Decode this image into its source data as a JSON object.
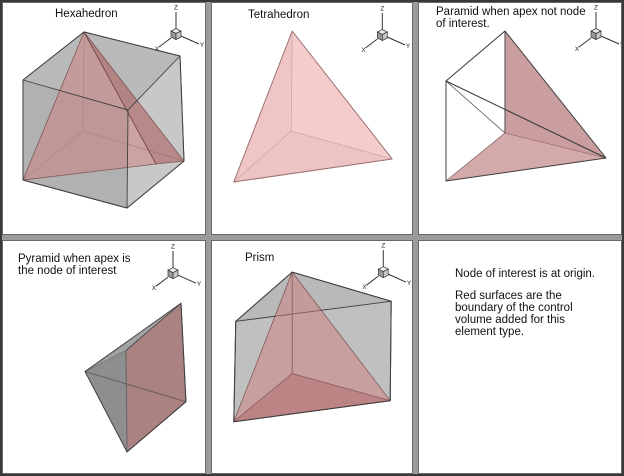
{
  "colors": {
    "control_volume_red": "#c89999",
    "element_gray": "#c2c2c2",
    "divider_gray": "#9b9b9b",
    "outer_border": "#383838"
  },
  "axes": {
    "x": "X",
    "y": "Y",
    "z": "Z"
  },
  "panels": {
    "hexahedron": {
      "title": "Hexahedron"
    },
    "tetrahedron": {
      "title": "Tetrahedron"
    },
    "pyramid_apex_not_node": {
      "title_line1": "Paramid when apex not node",
      "title_line2": "of interest."
    },
    "pyramid_apex_node": {
      "title_line1": "Pyramid when apex is",
      "title_line2": "the node of interest"
    },
    "prism": {
      "title": "Prism"
    },
    "notes": {
      "para1": "Node of interest is at origin.",
      "para2_lines": [
        "Red surfaces are the",
        "boundary of the control",
        "volume added for this",
        "element type."
      ]
    }
  }
}
